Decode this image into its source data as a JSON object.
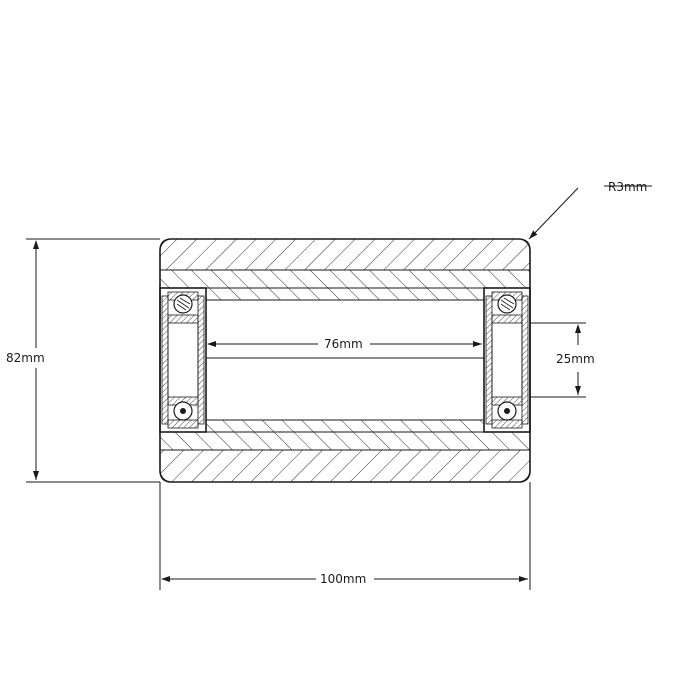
{
  "drawing": {
    "dimensions": {
      "overall_height": "82mm",
      "overall_width": "100mm",
      "inner_length": "76mm",
      "bearing_bore": "25mm",
      "corner_radius": "R3mm"
    },
    "colors": {
      "line": "#1a1a1a",
      "background": "#ffffff"
    }
  }
}
